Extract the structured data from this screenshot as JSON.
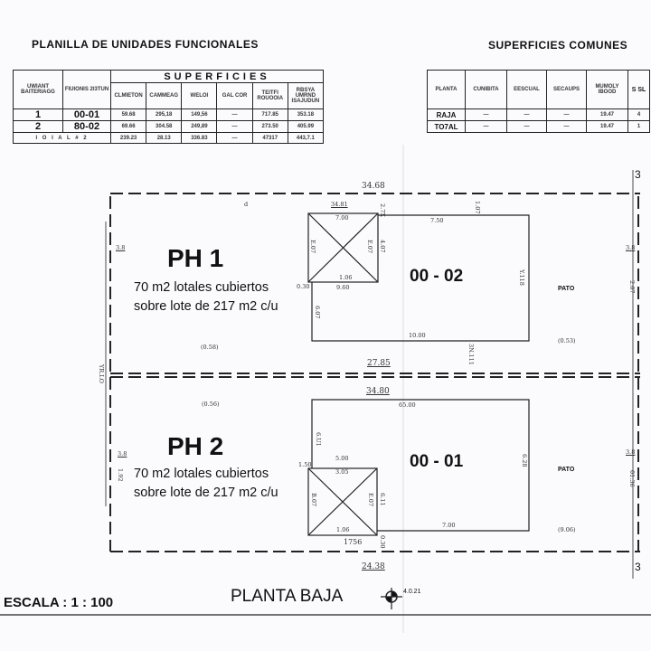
{
  "header": {
    "left_title": "PLANILLA DE UNIDADES FUNCIONALES",
    "right_title": "SUPERFICIES COMUNES"
  },
  "units_table": {
    "col1": "UWIANT BAITERIAGG",
    "col2": "FIUIONIS 2I3TUN",
    "group": "SUPERFICIES",
    "subcols": [
      "CLMIETON",
      "CAMMEAG",
      "WELOI",
      "GAL COR",
      "TEITFI ROUOOIA",
      "RBSYA UMRND ISAJUDUN"
    ],
    "rows": [
      {
        "n": "1",
        "uf": "00-01",
        "vals": [
          "59.68",
          "295,18",
          "149,56",
          "—",
          "717.85",
          "353.18"
        ]
      },
      {
        "n": "2",
        "uf": "80-02",
        "vals": [
          "69.66",
          "304.58",
          "249,89",
          "—",
          "273.50",
          "405.99"
        ]
      }
    ],
    "total_label": "I O I A L # 2",
    "total_vals": [
      "239.23",
      "28.13",
      "336.83",
      "—",
      "47317",
      "443,7.1"
    ]
  },
  "common_table": {
    "cols": [
      "PLANTA",
      "CUNIBITA",
      "EESCUAL",
      "SECAUPS",
      "MUMOLY IBOOD",
      "S SL"
    ],
    "rows": [
      {
        "label": "RAJA",
        "vals": [
          "—",
          "—",
          "—",
          "19.47",
          "4"
        ]
      },
      {
        "label": "TO7AL",
        "vals": [
          "—",
          "—",
          "—",
          "19.47",
          "1"
        ]
      }
    ]
  },
  "plan": {
    "ph1": {
      "title": "PH 1",
      "line1": "70 m2 lotales cubiertos",
      "line2": "sobre lote de 217 m2 c/u",
      "unit": "00 - 02",
      "patio": "PATO"
    },
    "ph2": {
      "title": "PH 2",
      "line1": "70 m2 lotales cubiertos",
      "line2": "sobre lote de 217 m2 c/u",
      "unit": "00 - 01",
      "patio": "PATO"
    },
    "dims": [
      "34.68",
      "34.81",
      "2.7X",
      "1.07",
      "7.00",
      "7.50",
      "E.07",
      "E.07",
      "4.07",
      "1.06",
      "9.60",
      "0.30",
      "6.07",
      "Y.118",
      "10.00",
      "27.85",
      "3.8",
      "3.8",
      "(0.53)",
      "(0.58)",
      "3N.111",
      "YR.LO",
      "(0.56)",
      "34.80",
      "65.00",
      "6.U1",
      "3.8",
      "1.92",
      "5.00",
      "3.05",
      "1.50",
      "6.28",
      "7.00",
      "1.06",
      "1756",
      "(9.06)",
      "24.38",
      "3.8",
      "01.36",
      "2.07",
      "E.07",
      "6.11",
      "0.30",
      "B.07",
      "3",
      "3",
      "d"
    ]
  },
  "footer": {
    "scale": "ESCALA :  1 : 100",
    "plan_title": "PLANTA BAJA",
    "ref": "4.0.21"
  }
}
